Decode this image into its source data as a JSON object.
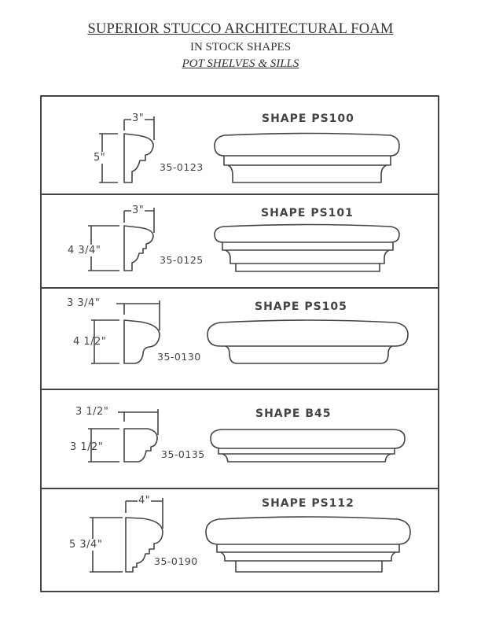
{
  "header": {
    "title": "SUPERIOR STUCCO ARCHITECTURAL FOAM",
    "subtitle": "IN STOCK SHAPES",
    "category": "POT SHELVES & SILLS"
  },
  "shapes": [
    {
      "name": "SHAPE PS100",
      "code": "35-0123",
      "width": "3\"",
      "height": "5\""
    },
    {
      "name": "SHAPE PS101",
      "code": "35-0125",
      "width": "3\"",
      "height": "4 3/4\""
    },
    {
      "name": "SHAPE PS105",
      "code": "35-0130",
      "width": "3 3/4\"",
      "height": "4 1/2\""
    },
    {
      "name": "SHAPE B45",
      "code": "35-0135",
      "width": "3 1/2\"",
      "height": "3 1/2\""
    },
    {
      "name": "SHAPE PS112",
      "code": "35-0190",
      "width": "4\"",
      "height": "5 3/4\""
    }
  ]
}
